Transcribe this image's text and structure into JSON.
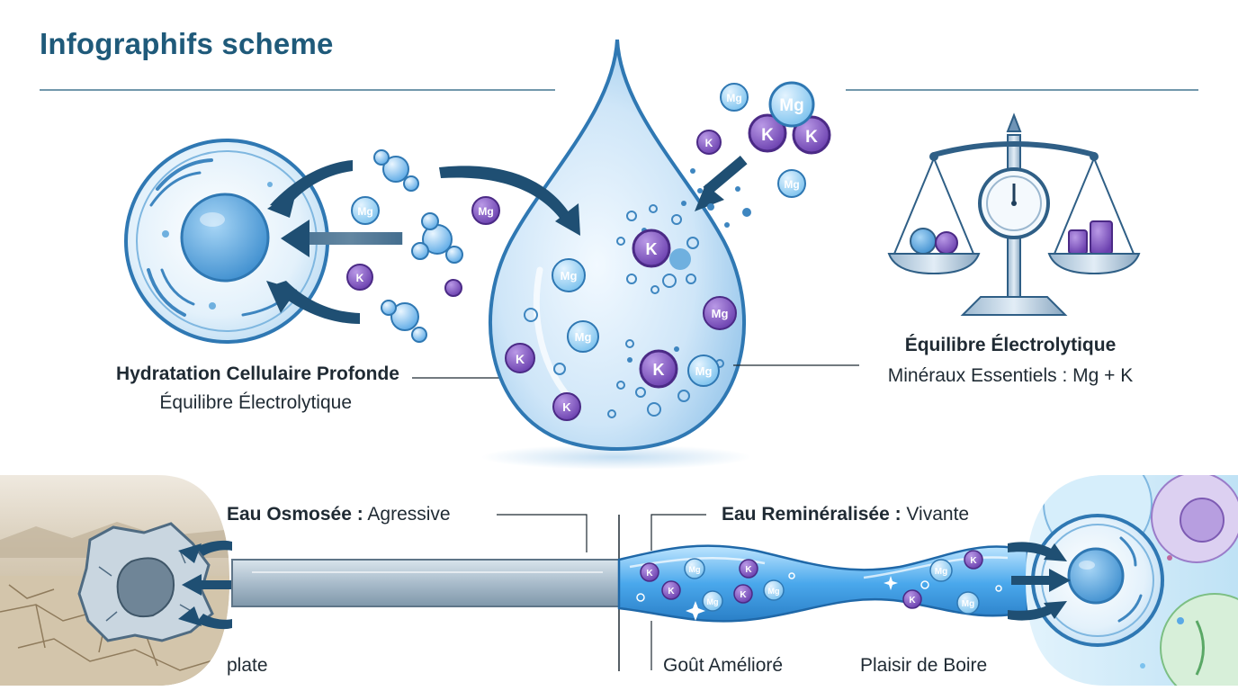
{
  "title": "Infographifs scheme",
  "left_label": {
    "title": "Hydratation Cellulaire Profonde",
    "subtitle": "Équilibre Électrolytique"
  },
  "right_label": {
    "title": "Équilibre Électrolytique",
    "subtitle": "Minéraux Essentiels : Mg + K"
  },
  "bottom_left": {
    "heading_bold": "Eau Osmosée :",
    "heading_rest": " Agressive",
    "caption": "plate"
  },
  "bottom_right": {
    "heading_bold": "Eau Reminéralisée :",
    "heading_rest": " Vivante",
    "caption_1": "Goût Amélioré",
    "caption_2": "Plaisir de Boire"
  },
  "ions": {
    "magnesium": "Mg",
    "potassium": "K"
  },
  "colors": {
    "title": "#1f5a7a",
    "water_blue": "#5aa9e6",
    "potassium_purple": "#8a5cc4",
    "magnesium_blue": "#7cc2ee",
    "desert_tan": "#c9b79a"
  }
}
